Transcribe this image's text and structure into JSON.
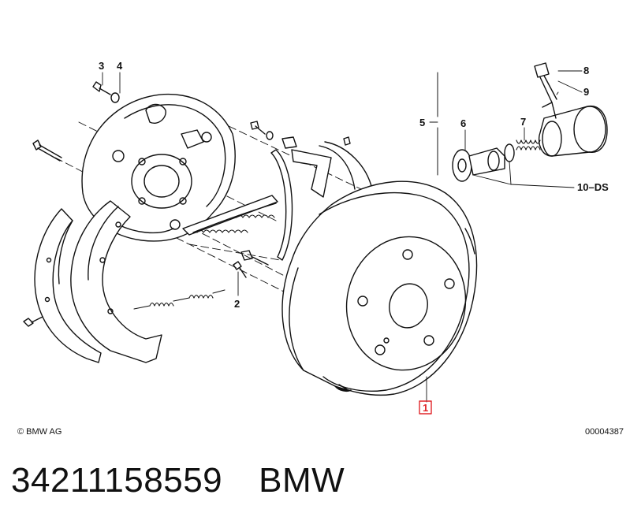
{
  "callouts": {
    "c1": "1",
    "c2": "2",
    "c3": "3",
    "c4": "4",
    "c5": "5",
    "c6": "6",
    "c7": "7",
    "c8": "8",
    "c9": "9",
    "c10": "10–DS"
  },
  "highlight_color": "#e0262a",
  "footer": {
    "copyright": "© BMW AG",
    "diagram_id": "00004387"
  },
  "caption": {
    "part_number": "34211158559",
    "brand": "BMW"
  }
}
